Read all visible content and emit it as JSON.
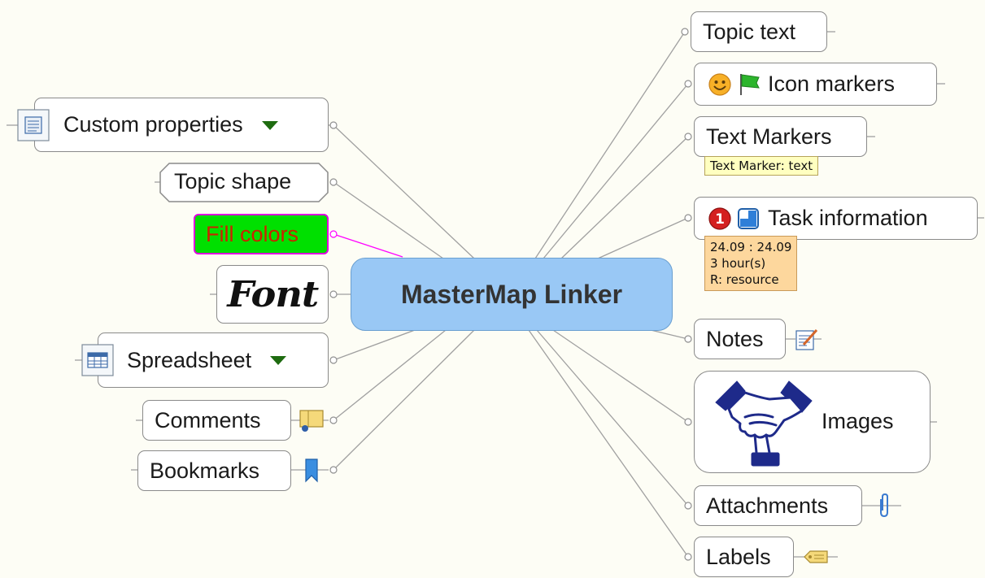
{
  "central_topic": "MasterMap Linker",
  "left_topics": {
    "custom_properties": "Custom properties",
    "topic_shape": "Topic shape",
    "fill_colors": "Fill colors",
    "font": "Font",
    "spreadsheet": "Spreadsheet",
    "comments": "Comments",
    "bookmarks": "Bookmarks"
  },
  "right_topics": {
    "topic_text": "Topic text",
    "icon_markers": "Icon markers",
    "text_markers": "Text Markers",
    "text_marker_value": "Text Marker: text",
    "task_information": "Task information",
    "task_priority": "1",
    "task_dates": "24.09 : 24.09",
    "task_duration": "3 hour(s)",
    "task_resource": "R: resource",
    "notes": "Notes",
    "images": "Images",
    "attachments": "Attachments",
    "labels": "Labels"
  },
  "colors": {
    "central_fill": "#99c8f5",
    "fill_colors_topic_fill": "#00e000",
    "fill_colors_topic_text": "#cc2200",
    "fill_colors_link": "#ff00ff",
    "link_gray": "#a0a0a0"
  },
  "icons": [
    "properties-icon",
    "dropdown-arrow-icon",
    "table-icon",
    "comment-icon",
    "bookmark-icon",
    "smiley-icon",
    "flag-icon",
    "priority-icon",
    "progress-icon",
    "note-icon",
    "handshake-icon",
    "paperclip-icon",
    "label-tag-icon"
  ]
}
